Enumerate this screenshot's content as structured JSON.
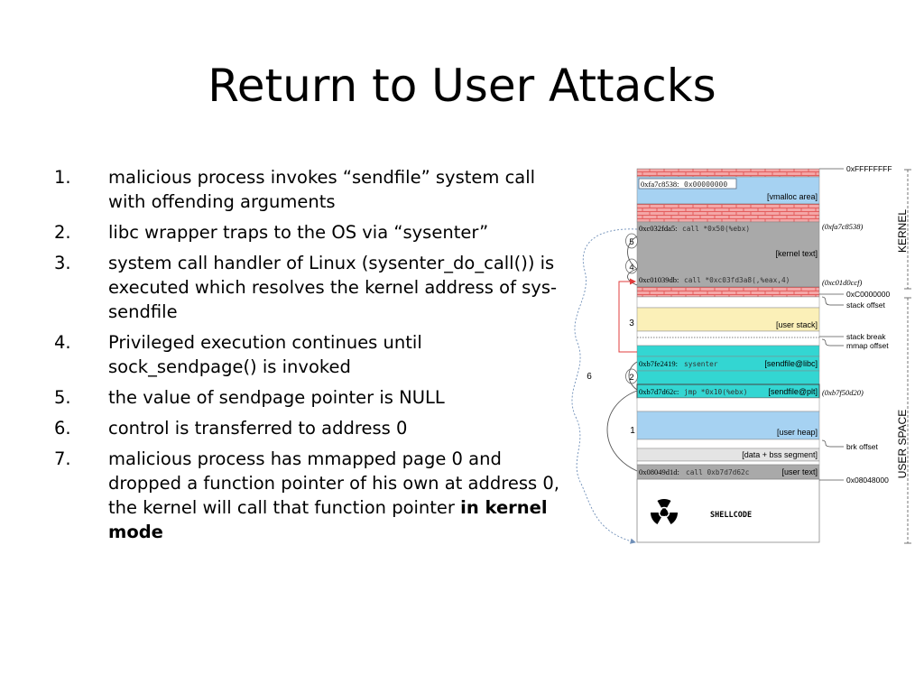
{
  "title": "Return to User Attacks",
  "steps": [
    {
      "num": "1.",
      "text": "malicious process invokes “sendfile” system call with offending arguments"
    },
    {
      "num": "2.",
      "text": "libc wrapper traps to the OS via “sysenter”"
    },
    {
      "num": "3.",
      "text": "system call handler of Linux (sysenter_do_call()) is executed which resolves the kernel address of sys-sendfile"
    },
    {
      "num": "4.",
      "text": "Privileged execution continues until sock_sendpage() is invoked"
    },
    {
      "num": "5.",
      "text": "the value of sendpage pointer is NULL"
    },
    {
      "num": "6.",
      "text": "control is transferred to address 0"
    },
    {
      "num": "7.",
      "text": "malicious process has mmapped page 0 and dropped a function pointer of his own at address 0, the kernel will call that function pointer ",
      "bold": "in kernel mode"
    }
  ],
  "diagram": {
    "vmalloc": {
      "addr": "0xfa7c8538:",
      "code": "0x00000000",
      "label": "[vmalloc area]"
    },
    "kernel_text": {
      "addr1": "0xc032fda5:",
      "code1": "call *0x50(%ebx)",
      "label": "[kernel text]",
      "addr2": "0xc01039db:",
      "code2": "call *0xc03fd3a8(,%eax,4)"
    },
    "user_stack_label": "[user stack]",
    "sysenter": {
      "addr": "0xb7fe2419:",
      "code": "sysenter",
      "label": "[sendfile@libc]"
    },
    "plt": {
      "addr": "0xb7d7d62c:",
      "code": "jmp *0x10(%ebx)",
      "label": "[sendfile@plt]"
    },
    "user_heap_label": "[user heap]",
    "data_bss_label": "[data + bss segment]",
    "user_text": {
      "addr": "0x08049d1d:",
      "code": "call 0xb7d7d62c",
      "label": "[user text]"
    },
    "shellcode": "SHELLCODE",
    "annotations": [
      "(0xfa7c8538)",
      "(0xc01d0ccf)",
      "(0xb7f50d20)"
    ],
    "right_labels": {
      "top": "0xFFFFFFFF",
      "c0000000": "0xC0000000",
      "stack_offset": "stack offset",
      "stack_break": "stack break",
      "mmap_offset": "mmap offset",
      "brk_offset": "brk offset",
      "bottom": "0x08048000"
    },
    "region_labels": {
      "kernel": "KERNEL",
      "user_space": "USER SPACE"
    },
    "step_numbers": [
      "5",
      "4",
      "3",
      "2",
      "1",
      "6"
    ]
  },
  "colors": {
    "brick": "#f4a7a7",
    "mortar": "#e35d5d",
    "vmalloc": "#a6d2f2",
    "kernel_text": "#a9a9a9",
    "user_stack": "#fbf0b8",
    "cyan": "#33d6d2",
    "user_heap": "#a6d2f2",
    "data_bss": "#e4e4e4",
    "user_text": "#a9a9a9",
    "arrow_red": "#e03c3c",
    "dotted_blue": "#6f8fb8"
  }
}
